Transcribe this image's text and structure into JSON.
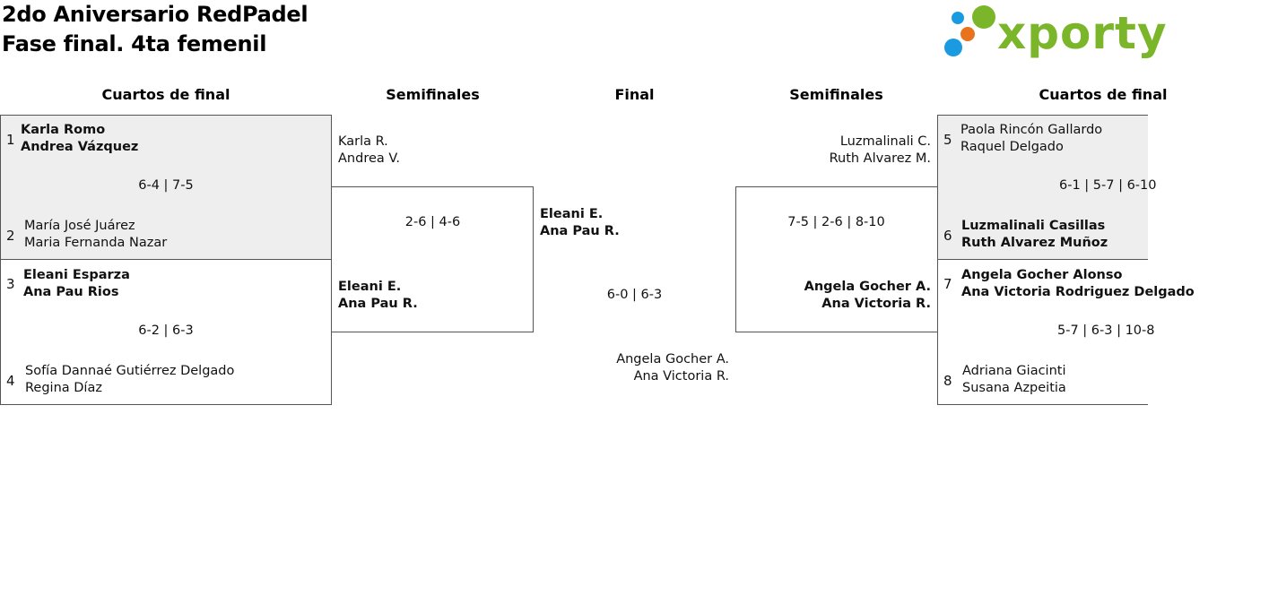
{
  "header": {
    "title_line1": "2do Aniversario RedPadel",
    "title_line2": "Fase final. 4ta femenil",
    "logo_text": "xporty",
    "logo_dot_colors": [
      "#1a9ae0",
      "#7ab52a",
      "#e8731c",
      "#1a9ae0"
    ]
  },
  "rounds": {
    "left_quarters": "Cuartos de final",
    "left_semis": "Semifinales",
    "final": "Final",
    "right_semis": "Semifinales",
    "right_quarters": "Cuartos de final"
  },
  "left_quarters": [
    {
      "top": {
        "seed": "1",
        "p1": "Karla Romo",
        "p2": "Andrea Vázquez"
      },
      "score": "6-4 | 7-5",
      "bottom": {
        "seed": "2",
        "p1": "María José Juárez",
        "p2": "Maria Fernanda Nazar"
      }
    },
    {
      "top": {
        "seed": "3",
        "p1": "Eleani Esparza",
        "p2": "Ana Pau Rios"
      },
      "score": "6-2 | 6-3",
      "bottom": {
        "seed": "4",
        "p1": "Sofía Dannaé Gutiérrez Delgado",
        "p2": "Regina Díaz"
      }
    }
  ],
  "left_semi": {
    "top": {
      "p1": "Karla R.",
      "p2": "Andrea V."
    },
    "score": "2-6 | 4-6",
    "bottom": {
      "p1": "Eleani E.",
      "p2": "Ana Pau R."
    }
  },
  "final": {
    "top": {
      "p1": "Eleani E.",
      "p2": "Ana Pau R."
    },
    "score": "6-0 | 6-3",
    "bottom": {
      "p1": "Angela Gocher A.",
      "p2": "Ana Victoria R."
    }
  },
  "right_semi": {
    "top": {
      "p1": "Luzmalinali C.",
      "p2": "Ruth Alvarez M."
    },
    "score": "7-5 | 2-6 | 8-10",
    "bottom": {
      "p1": "Angela Gocher A.",
      "p2": "Ana Victoria R."
    }
  },
  "right_quarters": [
    {
      "top": {
        "seed": "5",
        "p1": "Paola Rincón Gallardo",
        "p2": "Raquel Delgado"
      },
      "score": "6-1 | 5-7 | 6-10",
      "bottom": {
        "seed": "6",
        "p1": "Luzmalinali Casillas",
        "p2": "Ruth Alvarez Muñoz"
      }
    },
    {
      "top": {
        "seed": "7",
        "p1": "Angela Gocher Alonso",
        "p2": "Ana Victoria Rodriguez Delgado"
      },
      "score": "5-7 | 6-3 | 10-8",
      "bottom": {
        "seed": "8",
        "p1": "Adriana Giacinti",
        "p2": "Susana Azpeitia"
      }
    }
  ]
}
